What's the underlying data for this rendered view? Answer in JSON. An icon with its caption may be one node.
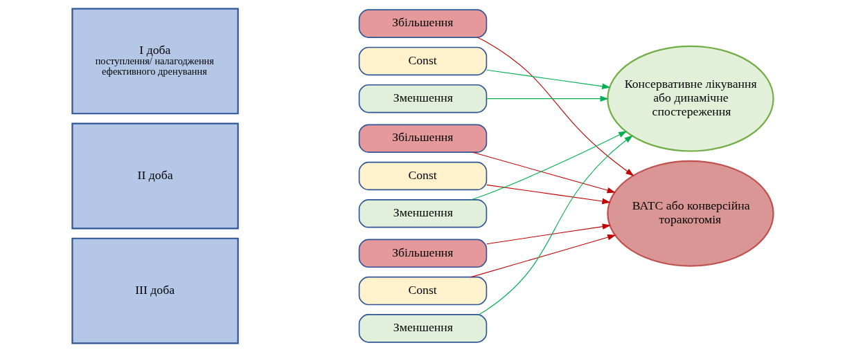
{
  "diagram": {
    "nodes": [
      {
        "text": [
          "I доба",
          "поступлення/ налагодження ефективного дренування"
        ]
      },
      {
        "text": [
          "Збільшення"
        ]
      },
      {
        "text": [
          "Const"
        ]
      },
      {
        "text": [
          "Зменшення"
        ]
      },
      {
        "text": [
          "II доба"
        ]
      },
      {
        "text": [
          "Збільшення"
        ]
      },
      {
        "text": [
          "Const"
        ]
      },
      {
        "text": [
          "Зменшення"
        ]
      },
      {
        "text": [
          "III доба"
        ]
      },
      {
        "text": [
          "Збільшення"
        ]
      },
      {
        "text": [
          "Const"
        ]
      },
      {
        "text": [
          "Зменшення"
        ]
      },
      {
        "text": [
          "Консервативне лікування або динамічне спостереження"
        ]
      },
      {
        "text": [
          "ВАТС або конверсійна торакотомія"
        ]
      }
    ],
    "edges": [
      {
        "from": 1,
        "to": 13,
        "arrow": "to"
      },
      {
        "from": 2,
        "to": 12,
        "arrow": "to",
        "color": "#00b050"
      },
      {
        "from": 3,
        "to": 12,
        "arrow": "to",
        "color": "#00b050"
      },
      {
        "from": 5,
        "to": 13,
        "arrow": "to"
      },
      {
        "from": 6,
        "to": 13,
        "arrow": "to"
      },
      {
        "from": 7,
        "to": 12,
        "arrow": "to",
        "color": "#00b050"
      },
      {
        "from": 9,
        "to": 13,
        "arrow": "to"
      },
      {
        "from": 10,
        "to": 13,
        "arrow": "to"
      },
      {
        "from": 11,
        "to": 12,
        "arrow": "to",
        "color": "#00b050"
      }
    ]
  }
}
